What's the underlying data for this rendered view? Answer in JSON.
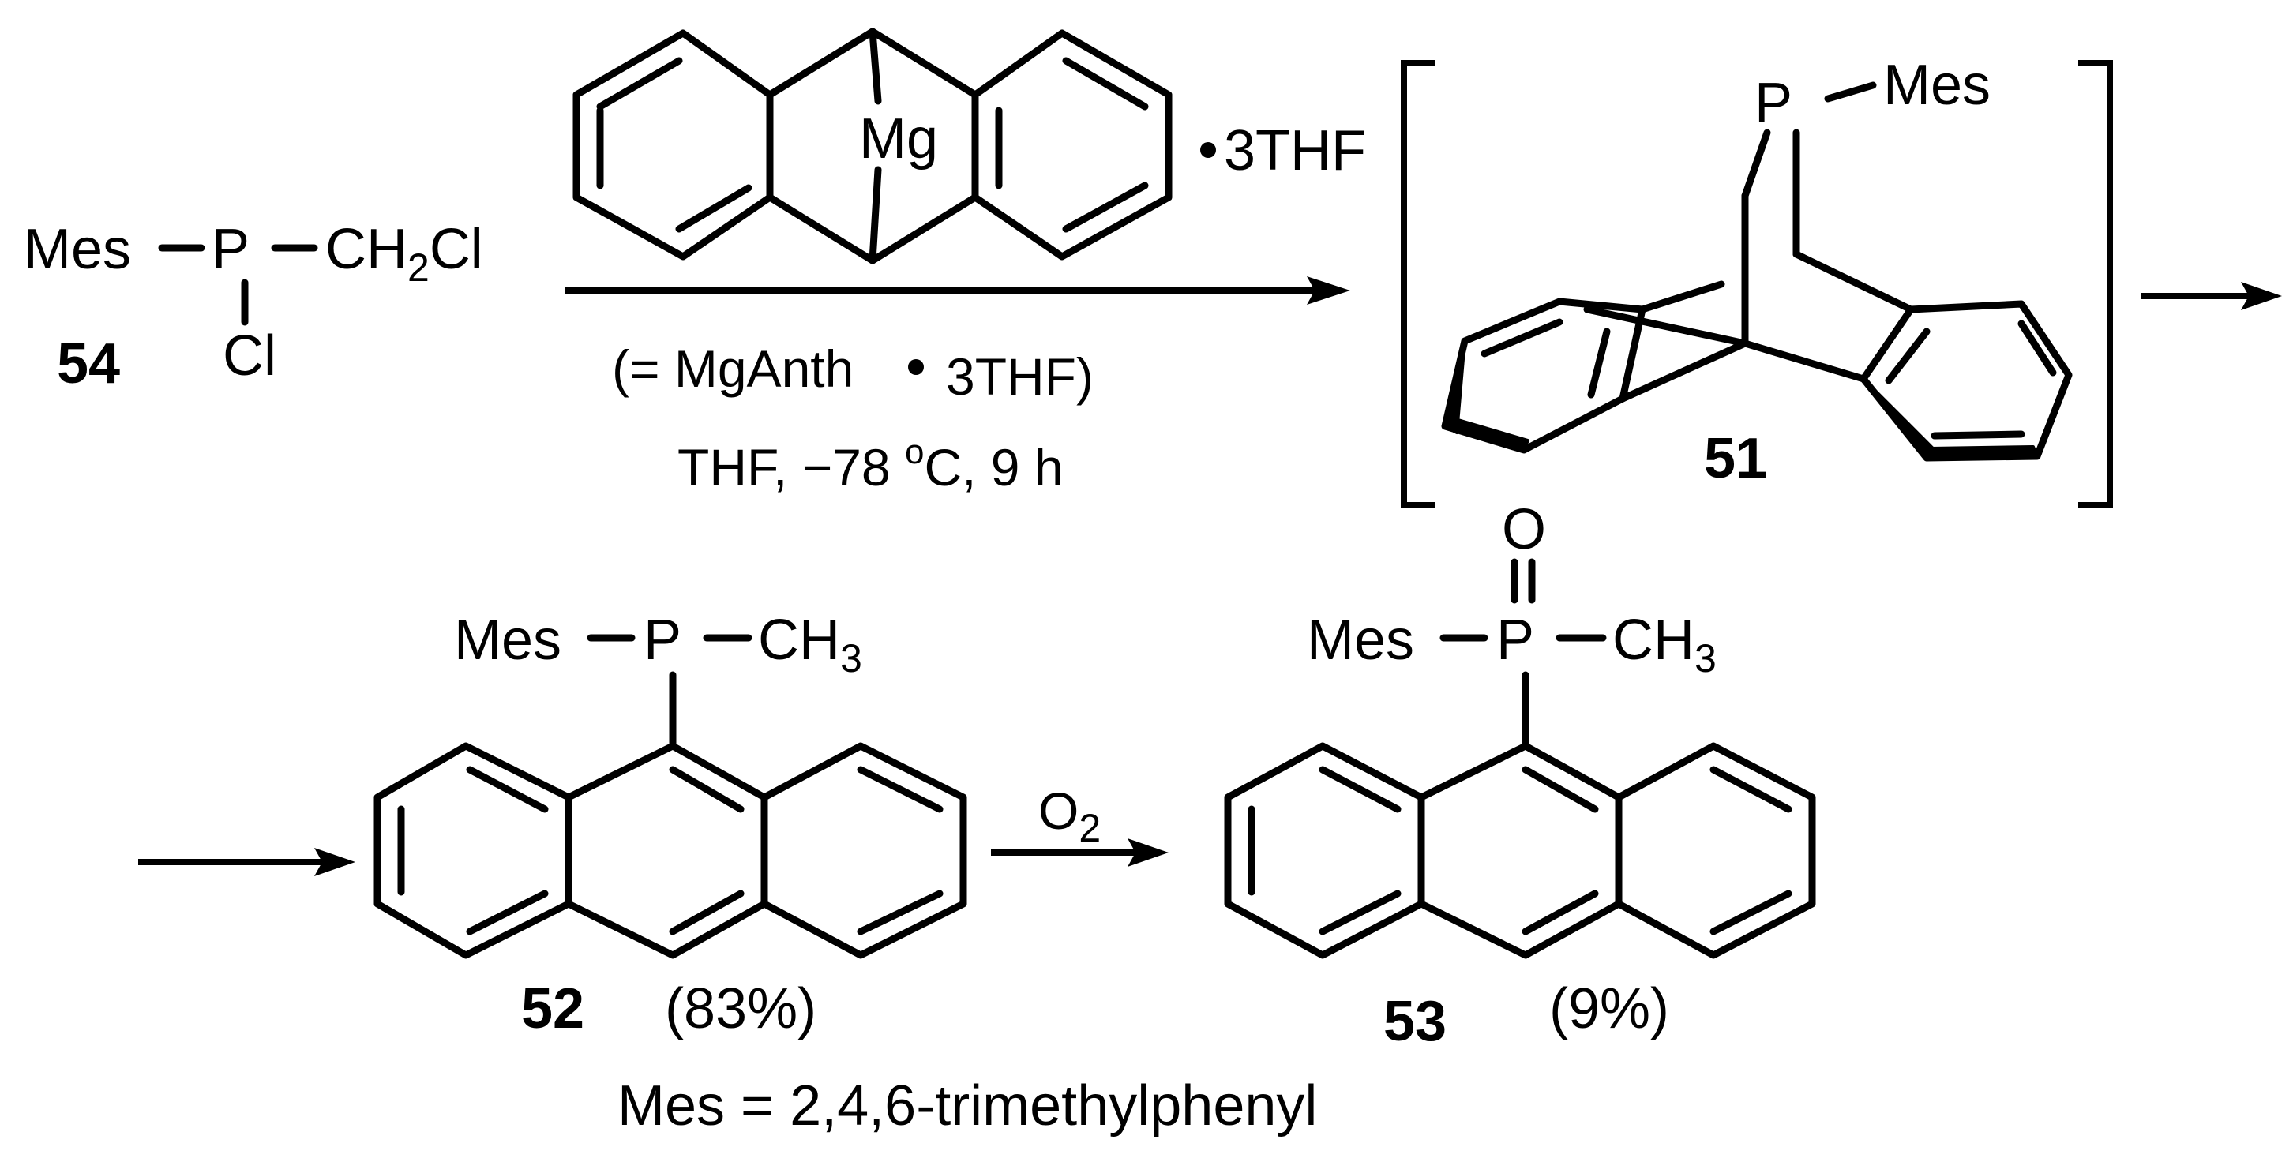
{
  "compounds": {
    "c54": {
      "number": "54",
      "mes": "Mes",
      "p": "P",
      "ch2": "CH",
      "sub2": "2",
      "cl_end": "Cl",
      "cl_sub": "Cl"
    },
    "reagent": {
      "mg": "Mg",
      "thf": "3THF"
    },
    "c51": {
      "number": "51",
      "p": "P",
      "mes": "Mes"
    },
    "c52": {
      "number": "52",
      "yield": "(83%)",
      "mes": "Mes",
      "p": "P",
      "ch": "CH",
      "sub3": "3"
    },
    "c53": {
      "number": "53",
      "yield": "(9%)",
      "mes": "Mes",
      "p": "P",
      "o": "O",
      "ch": "CH",
      "sub3": "3"
    }
  },
  "conditions": {
    "eq_open": "(= MgAnth",
    "eq_close": "3THF)",
    "temp_prefix": "THF, −78 ",
    "temp_deg": "o",
    "temp_suffix": "C, 9 h"
  },
  "oxidation": {
    "o": "O",
    "sub2": "2"
  },
  "footnote": "Mes = 2,4,6-trimethylphenyl"
}
